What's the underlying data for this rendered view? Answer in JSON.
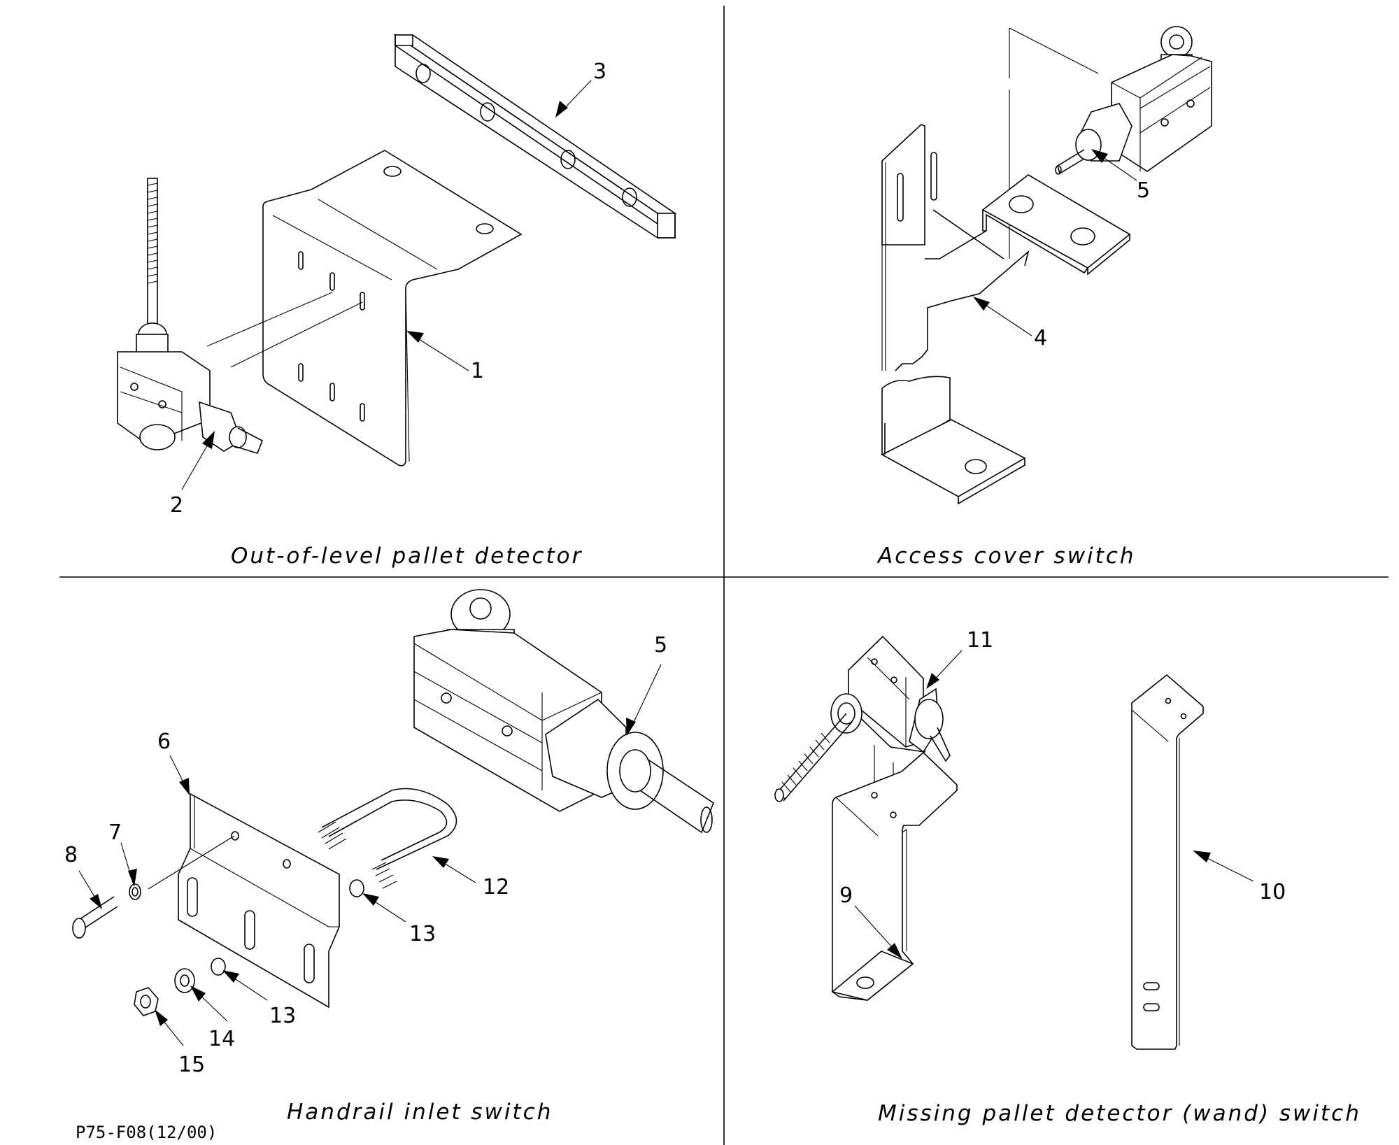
{
  "drawing_number": "P75-F08(12/00)",
  "panels": [
    {
      "id": "out-of-level",
      "caption": "Out-of-level pallet detector",
      "callouts": [
        {
          "label": "1",
          "part": "bracket"
        },
        {
          "label": "2",
          "part": "switch"
        },
        {
          "label": "3",
          "part": "mounting bar"
        }
      ]
    },
    {
      "id": "access-cover",
      "caption": "Access cover switch",
      "callouts": [
        {
          "label": "4",
          "part": "bracket"
        },
        {
          "label": "5",
          "part": "switch"
        }
      ]
    },
    {
      "id": "handrail-inlet",
      "caption": "Handrail inlet switch",
      "callouts": [
        {
          "label": "5",
          "part": "switch"
        },
        {
          "label": "6",
          "part": "bracket"
        },
        {
          "label": "7",
          "part": "washer"
        },
        {
          "label": "8",
          "part": "screw"
        },
        {
          "label": "12",
          "part": "u-bolt"
        },
        {
          "label": "13",
          "part": "lock washer"
        },
        {
          "label": "13",
          "part": "lock washer"
        },
        {
          "label": "14",
          "part": "flat washer"
        },
        {
          "label": "15",
          "part": "nut"
        }
      ]
    },
    {
      "id": "missing-pallet",
      "caption": "Missing pallet detector (wand) switch",
      "callouts": [
        {
          "label": "9",
          "part": "bracket"
        },
        {
          "label": "10",
          "part": "bracket"
        },
        {
          "label": "11",
          "part": "switch"
        }
      ]
    }
  ]
}
